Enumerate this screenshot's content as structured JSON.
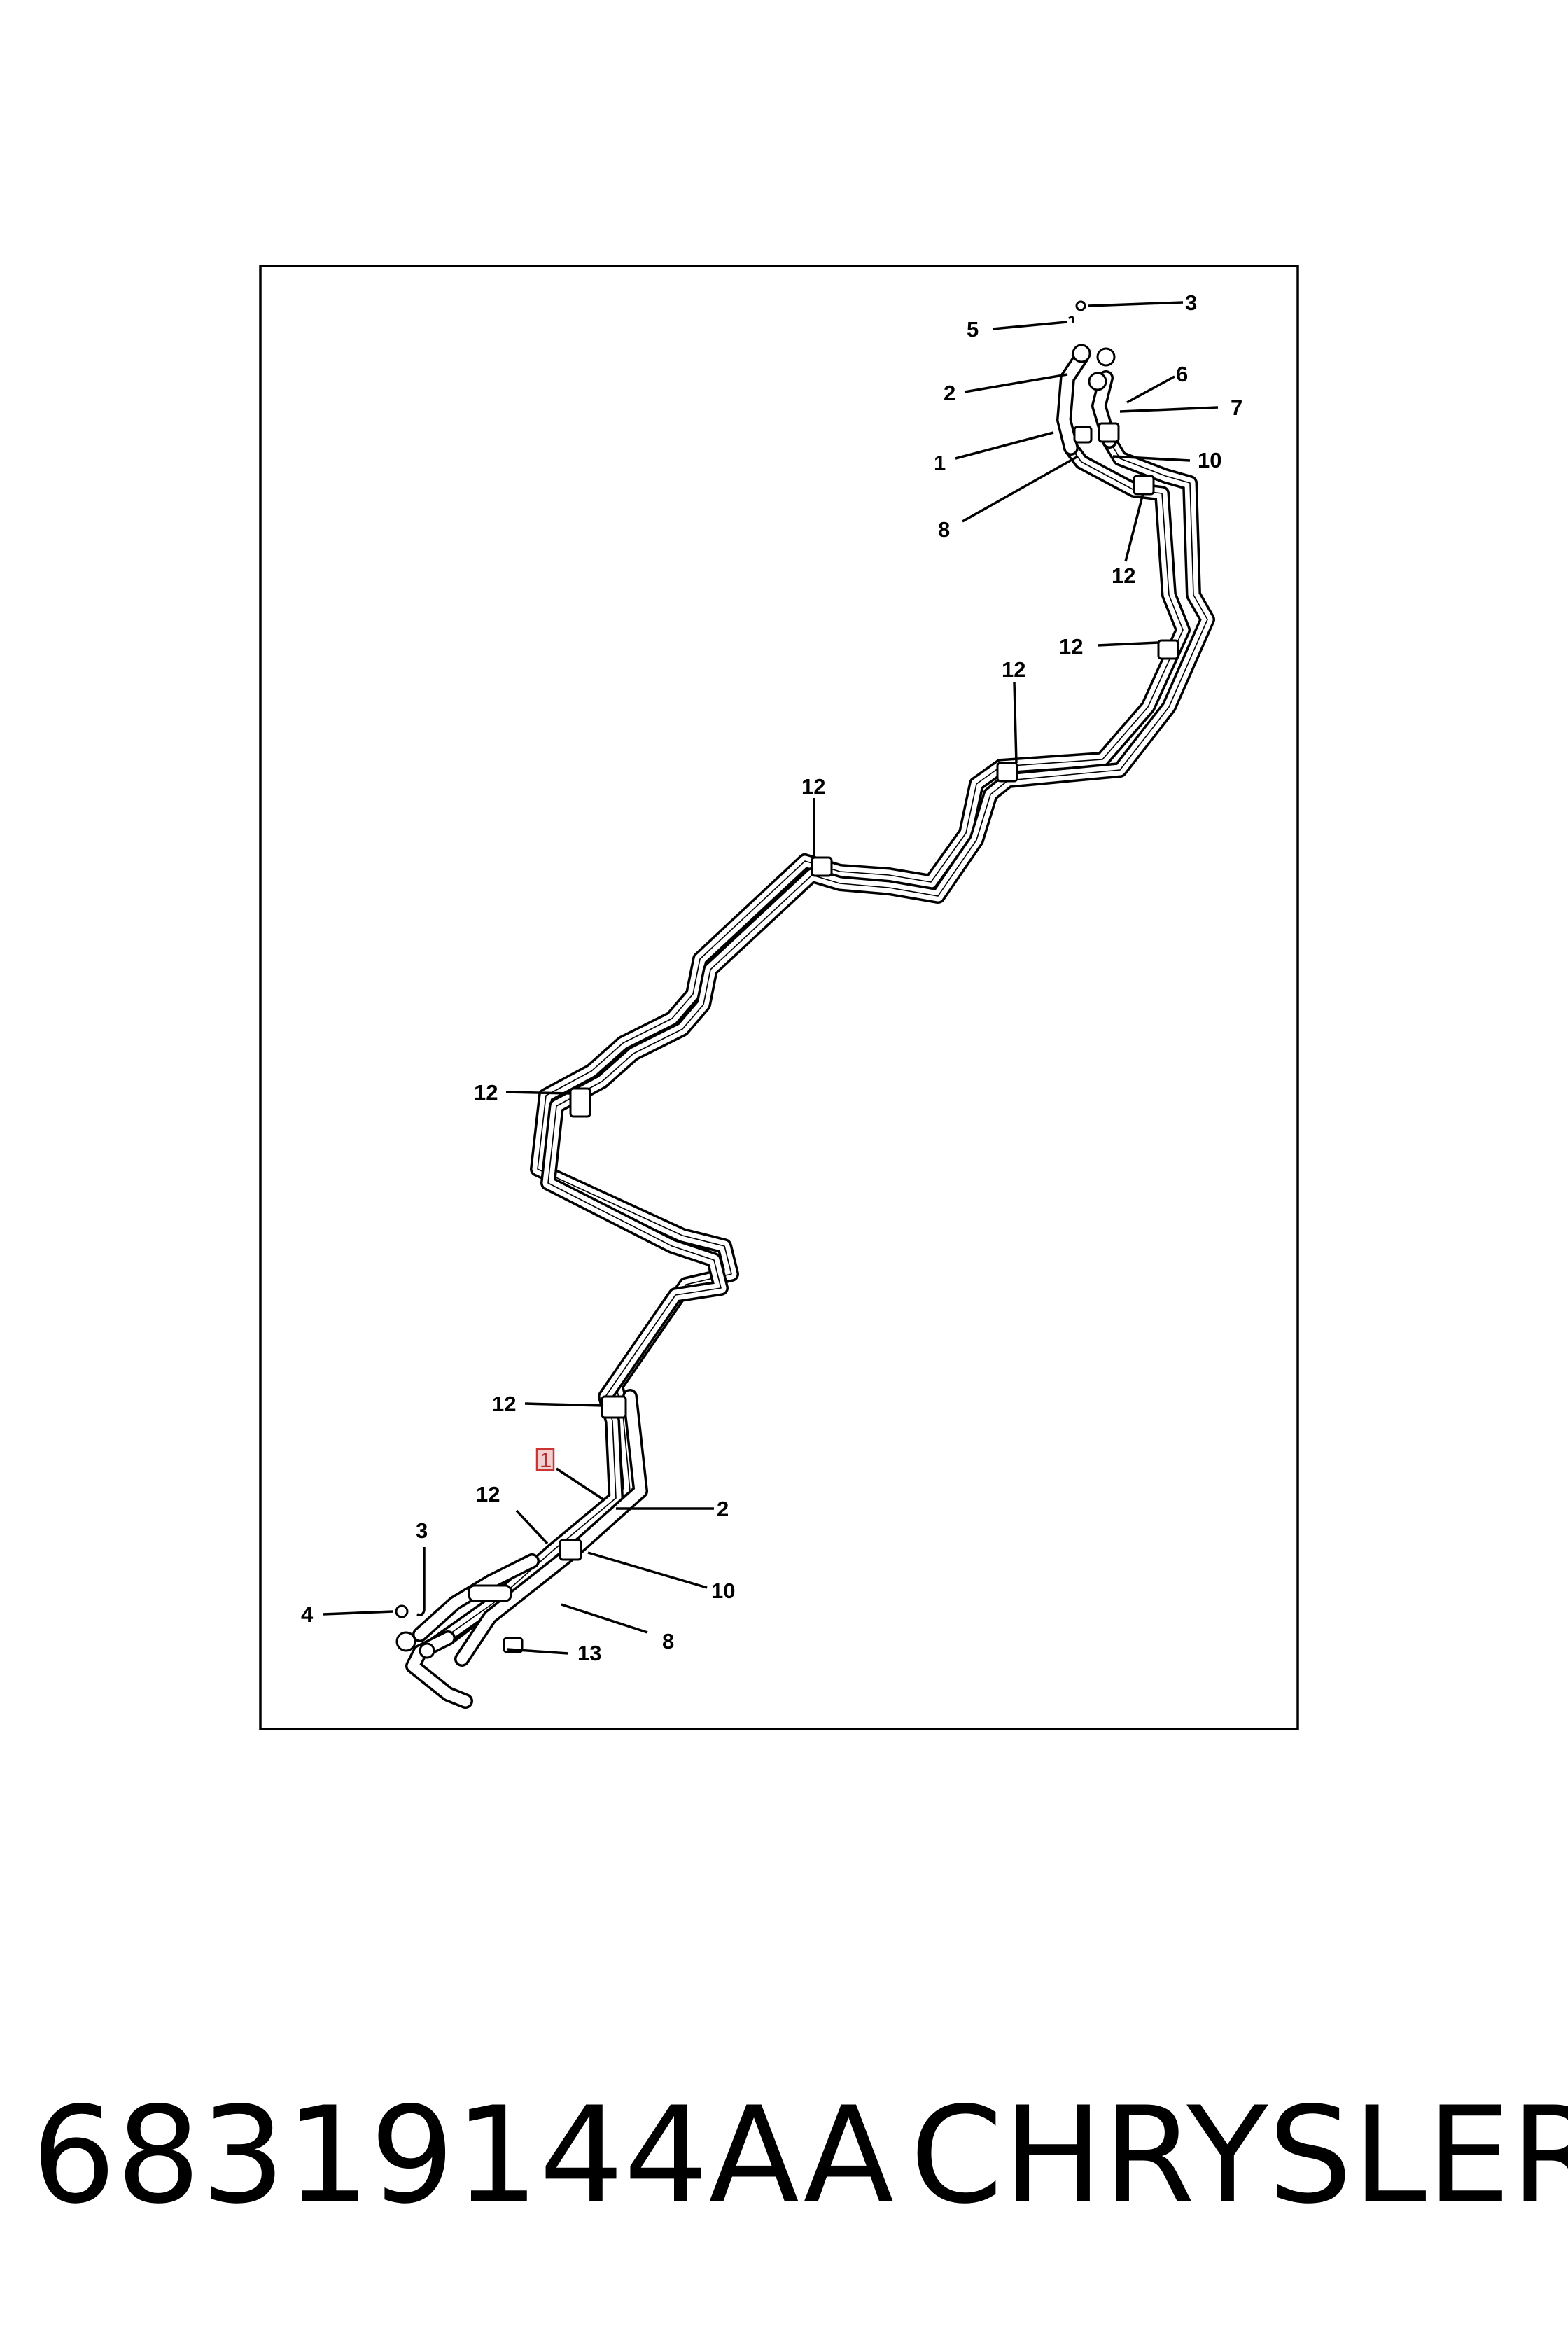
{
  "callouts": {
    "top_3": "3",
    "top_5": "5",
    "top_2": "2",
    "top_6": "6",
    "top_7": "7",
    "top_1": "1",
    "top_10": "10",
    "top_8": "8",
    "clip_a": "12",
    "clip_b": "12",
    "clip_c": "12",
    "clip_d": "12",
    "clip_e": "12",
    "clip_f": "12",
    "clip_g": "12",
    "bot_1": "1",
    "bot_2": "2",
    "bot_3": "3",
    "bot_4": "4",
    "bot_10": "10",
    "bot_8": "8",
    "bot_13": "13"
  },
  "footer": {
    "part_number": "68319144AA",
    "brand": "CHRYSLER"
  },
  "colors": {
    "line": "#000000",
    "background": "#ffffff",
    "highlight_box": "#cc3333"
  }
}
